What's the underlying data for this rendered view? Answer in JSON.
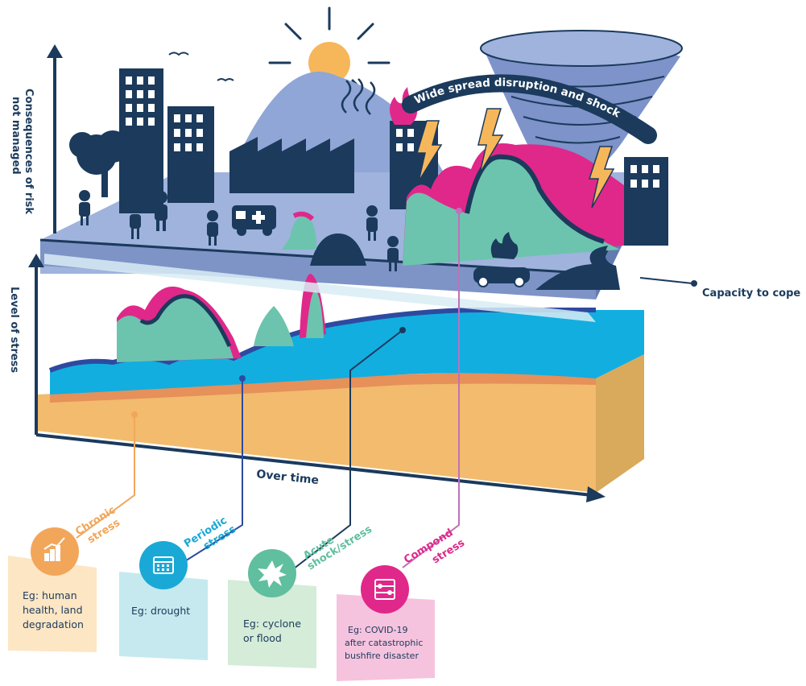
{
  "axes": {
    "y_top_label_line1": "Consequences of risk",
    "y_top_label_line2": "not managed",
    "y_bottom_label": "Level of stress",
    "x_label": "Over time"
  },
  "banner_text": "Wide spread disruption and shock",
  "capacity_label": "Capacity to cope",
  "stress_types": [
    {
      "title_line1": "Chronic",
      "title_line2": "stress",
      "example_lines": [
        "Eg: human",
        "health, land",
        "degradation"
      ],
      "color": "#f2a65a",
      "card_color": "#fde6c4",
      "icon": "chart-icon"
    },
    {
      "title_line1": "Periodic",
      "title_line2": "stress",
      "example_lines": [
        "Eg: drought"
      ],
      "color": "#1aa9d6",
      "card_color": "#c5e9ee",
      "icon": "calendar-icon"
    },
    {
      "title_line1": "Acute",
      "title_line2": "shock/stress",
      "example_lines": [
        "Eg: cyclone",
        "or flood"
      ],
      "color": "#5fbf9f",
      "card_color": "#d4ecd8",
      "icon": "explosion-icon"
    },
    {
      "title_line1": "Compond",
      "title_line2": "stress",
      "example_lines": [
        "Eg: COVID-19",
        "after catastrophic",
        "bushfire disaster"
      ],
      "color": "#e0288a",
      "card_color": "#f6c3de",
      "icon": "abacus-icon"
    }
  ],
  "colors": {
    "navy": "#1b3a5c",
    "platform": "#9fb3dd",
    "mountain": "#8fa6d6",
    "teal": "#6cc4ae",
    "magenta": "#e0288a",
    "water": "#12aee0",
    "sand": "#f2bb6e",
    "sun": "#f6b75b"
  }
}
